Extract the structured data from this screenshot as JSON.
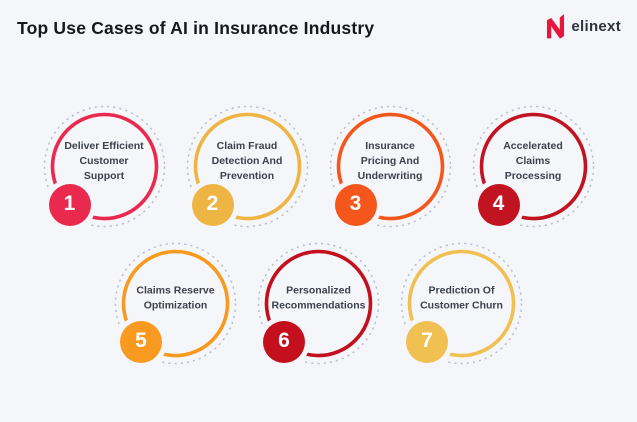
{
  "page": {
    "background": "#f5f6fa",
    "dashed_circle_color": "#b7c0d2",
    "label_text_color": "#3c414b"
  },
  "header": {
    "title": "Top Use Cases of AI in Insurance Industry",
    "logo": {
      "text": "elinext",
      "icon": "elinext-n-icon",
      "icon_color": "#e4173c",
      "text_color": "#2c3440"
    }
  },
  "items": [
    {
      "number": "1",
      "label": "Deliver Efficient\nCustomer\nSupport",
      "color": "#e92a4e"
    },
    {
      "number": "2",
      "label": "Claim Fraud\nDetection And\nPrevention",
      "color": "#eeb544"
    },
    {
      "number": "3",
      "label": "Insurance\nPricing And\nUnderwriting",
      "color": "#f4561b"
    },
    {
      "number": "4",
      "label": "Accelerated\nClaims\nProcessing",
      "color": "#c11320"
    },
    {
      "number": "5",
      "label": "Claims Reserve\nOptimization",
      "color": "#f89a1f"
    },
    {
      "number": "6",
      "label": "Personalized\nRecommendations",
      "color": "#c30f1e"
    },
    {
      "number": "7",
      "label": "Prediction Of\nCustomer Churn",
      "color": "#f0c152"
    }
  ]
}
